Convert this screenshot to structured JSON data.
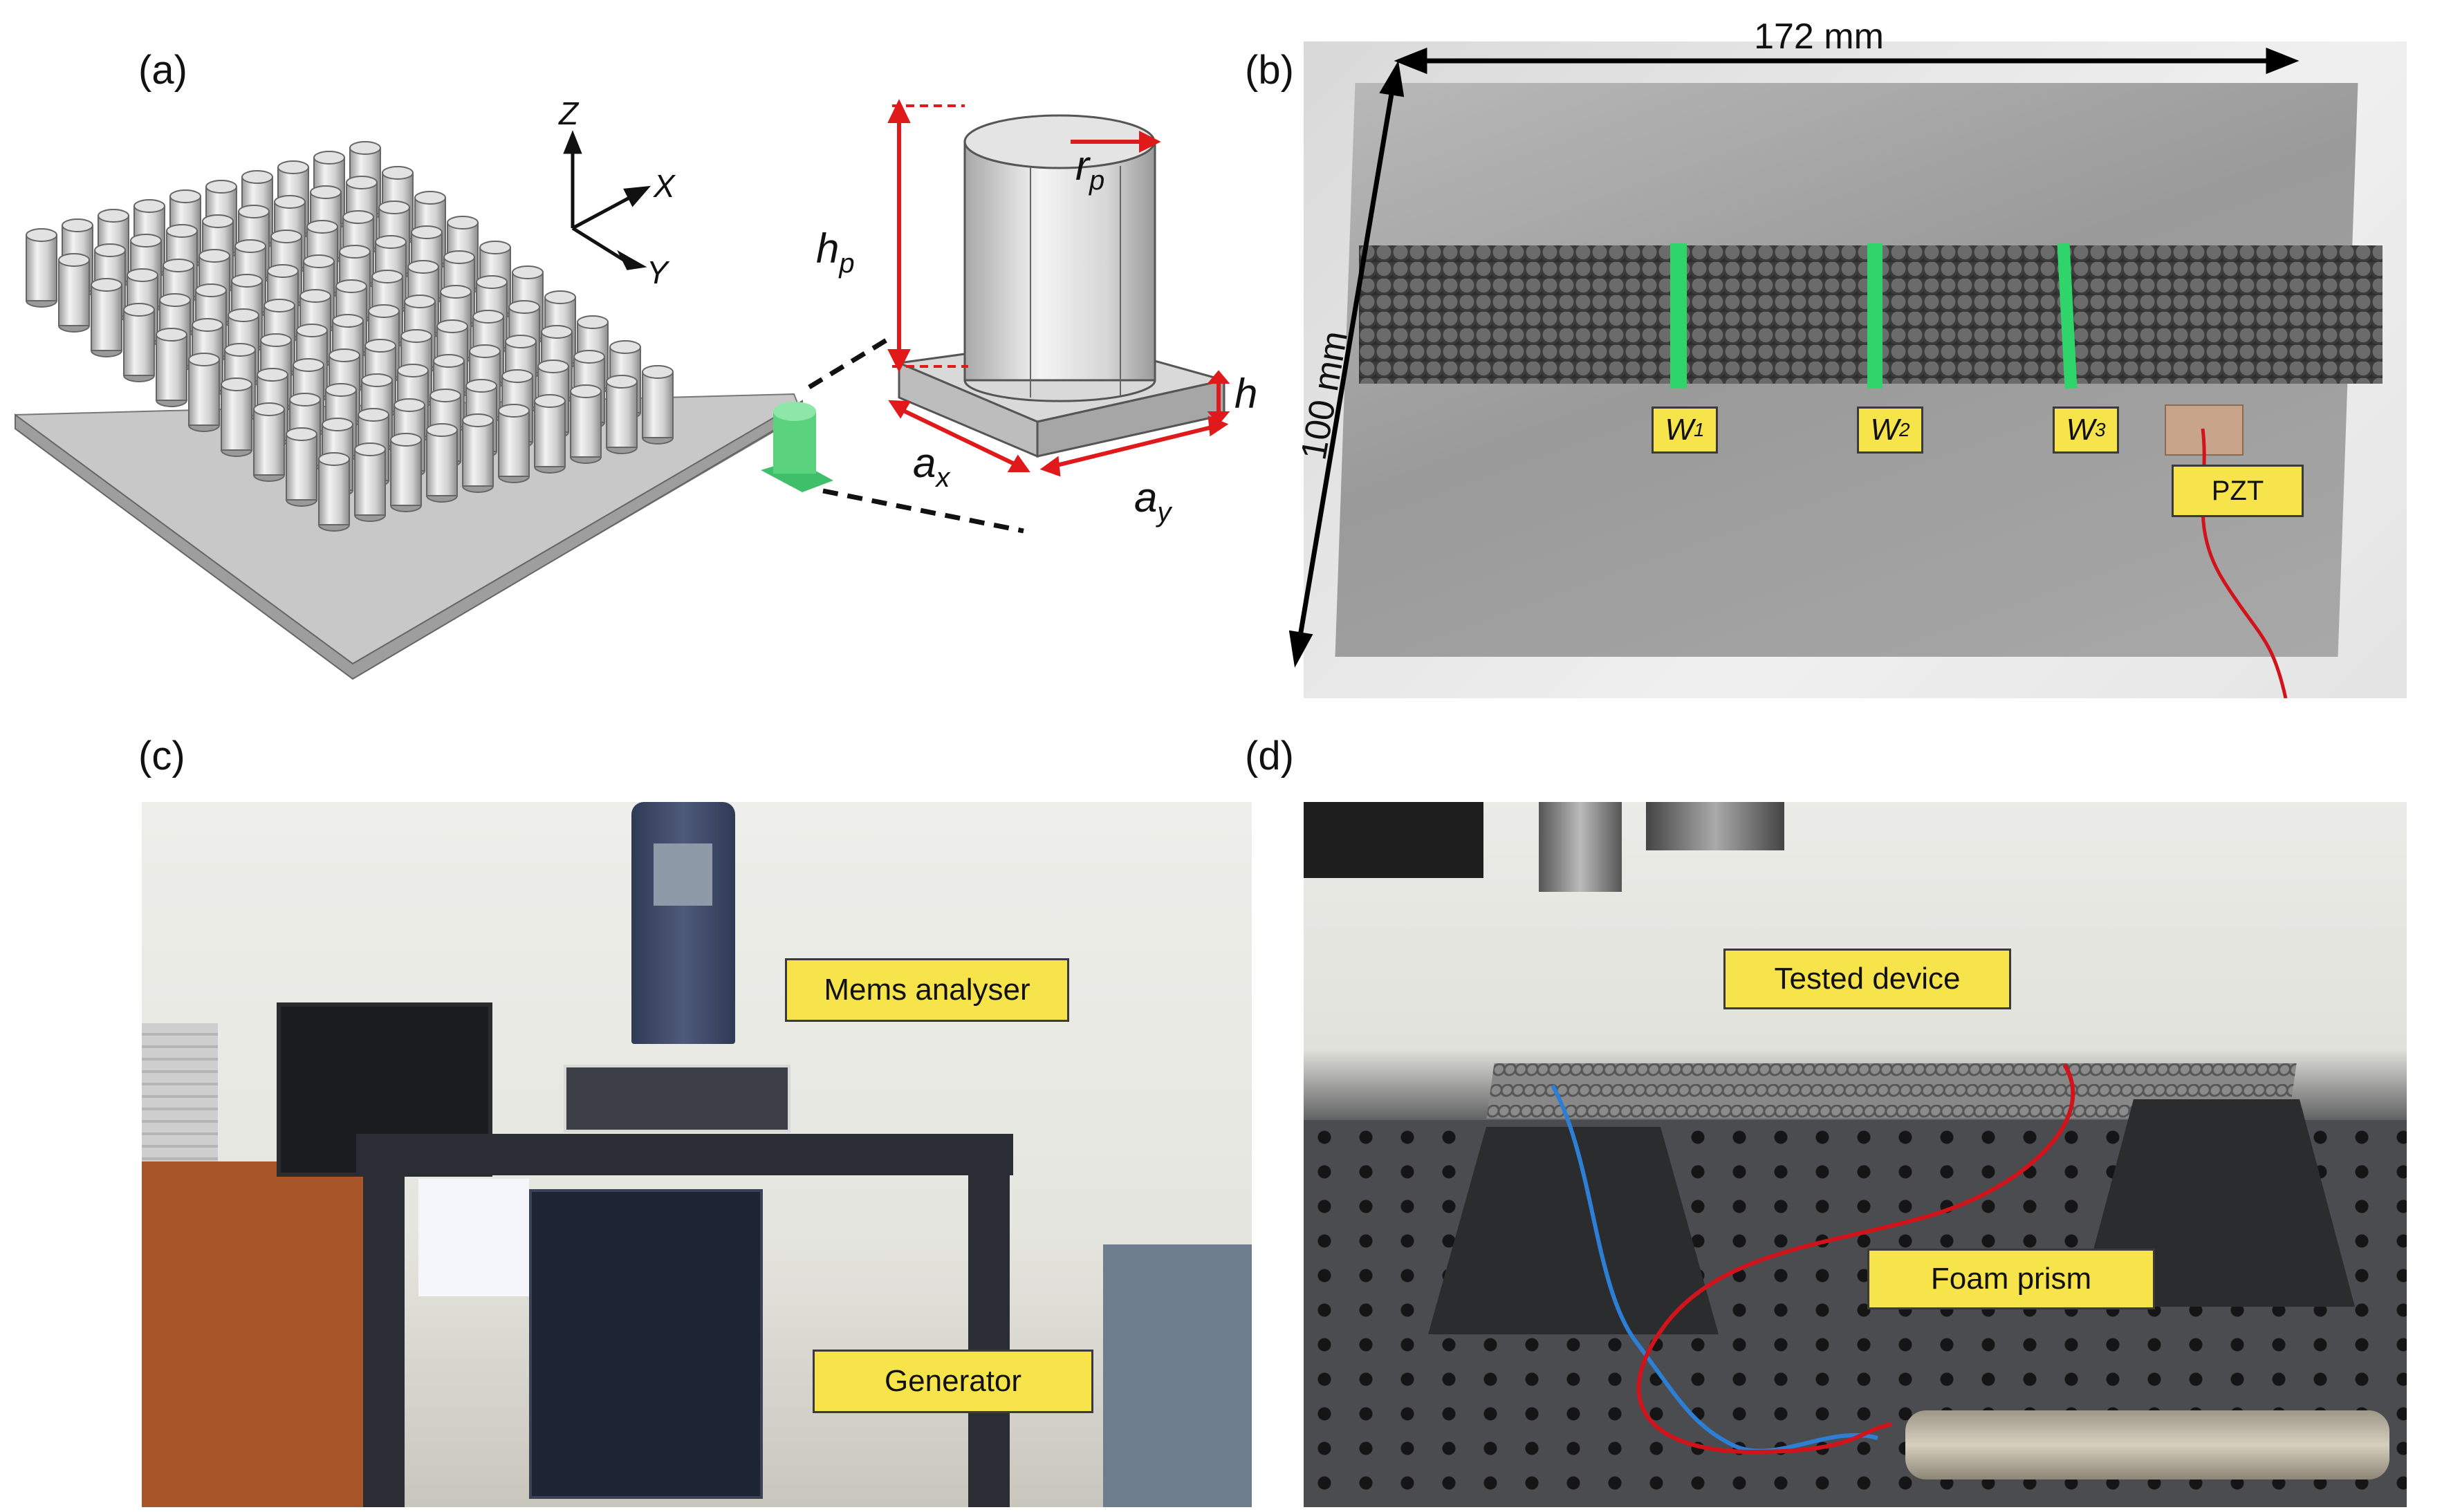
{
  "panels": {
    "a": {
      "label": "(a)",
      "axes": {
        "z": "Z",
        "x": "X",
        "y": "Y"
      },
      "dims": {
        "hp": "h",
        "hp_sub": "p",
        "rp": "r",
        "rp_sub": "p",
        "h": "h",
        "ax": "a",
        "ax_sub": "x",
        "ay": "a",
        "ay_sub": "y"
      }
    },
    "b": {
      "label": "(b)",
      "width_label": "172 mm",
      "height_label": "100 mm",
      "w1": "W",
      "w1_sub": "1",
      "w2": "W",
      "w2_sub": "2",
      "w3": "W",
      "w3_sub": "3",
      "pzt": "PZT"
    },
    "c": {
      "label": "(c)",
      "mems": "Mems analyser",
      "generator": "Generator"
    },
    "d": {
      "label": "(d)",
      "tested": "Tested device",
      "foam": "Foam prism"
    }
  },
  "colors": {
    "accent_red": "#e0191b",
    "tag_yellow": "#f7e44a",
    "highlight_green": "#2fd46a"
  }
}
